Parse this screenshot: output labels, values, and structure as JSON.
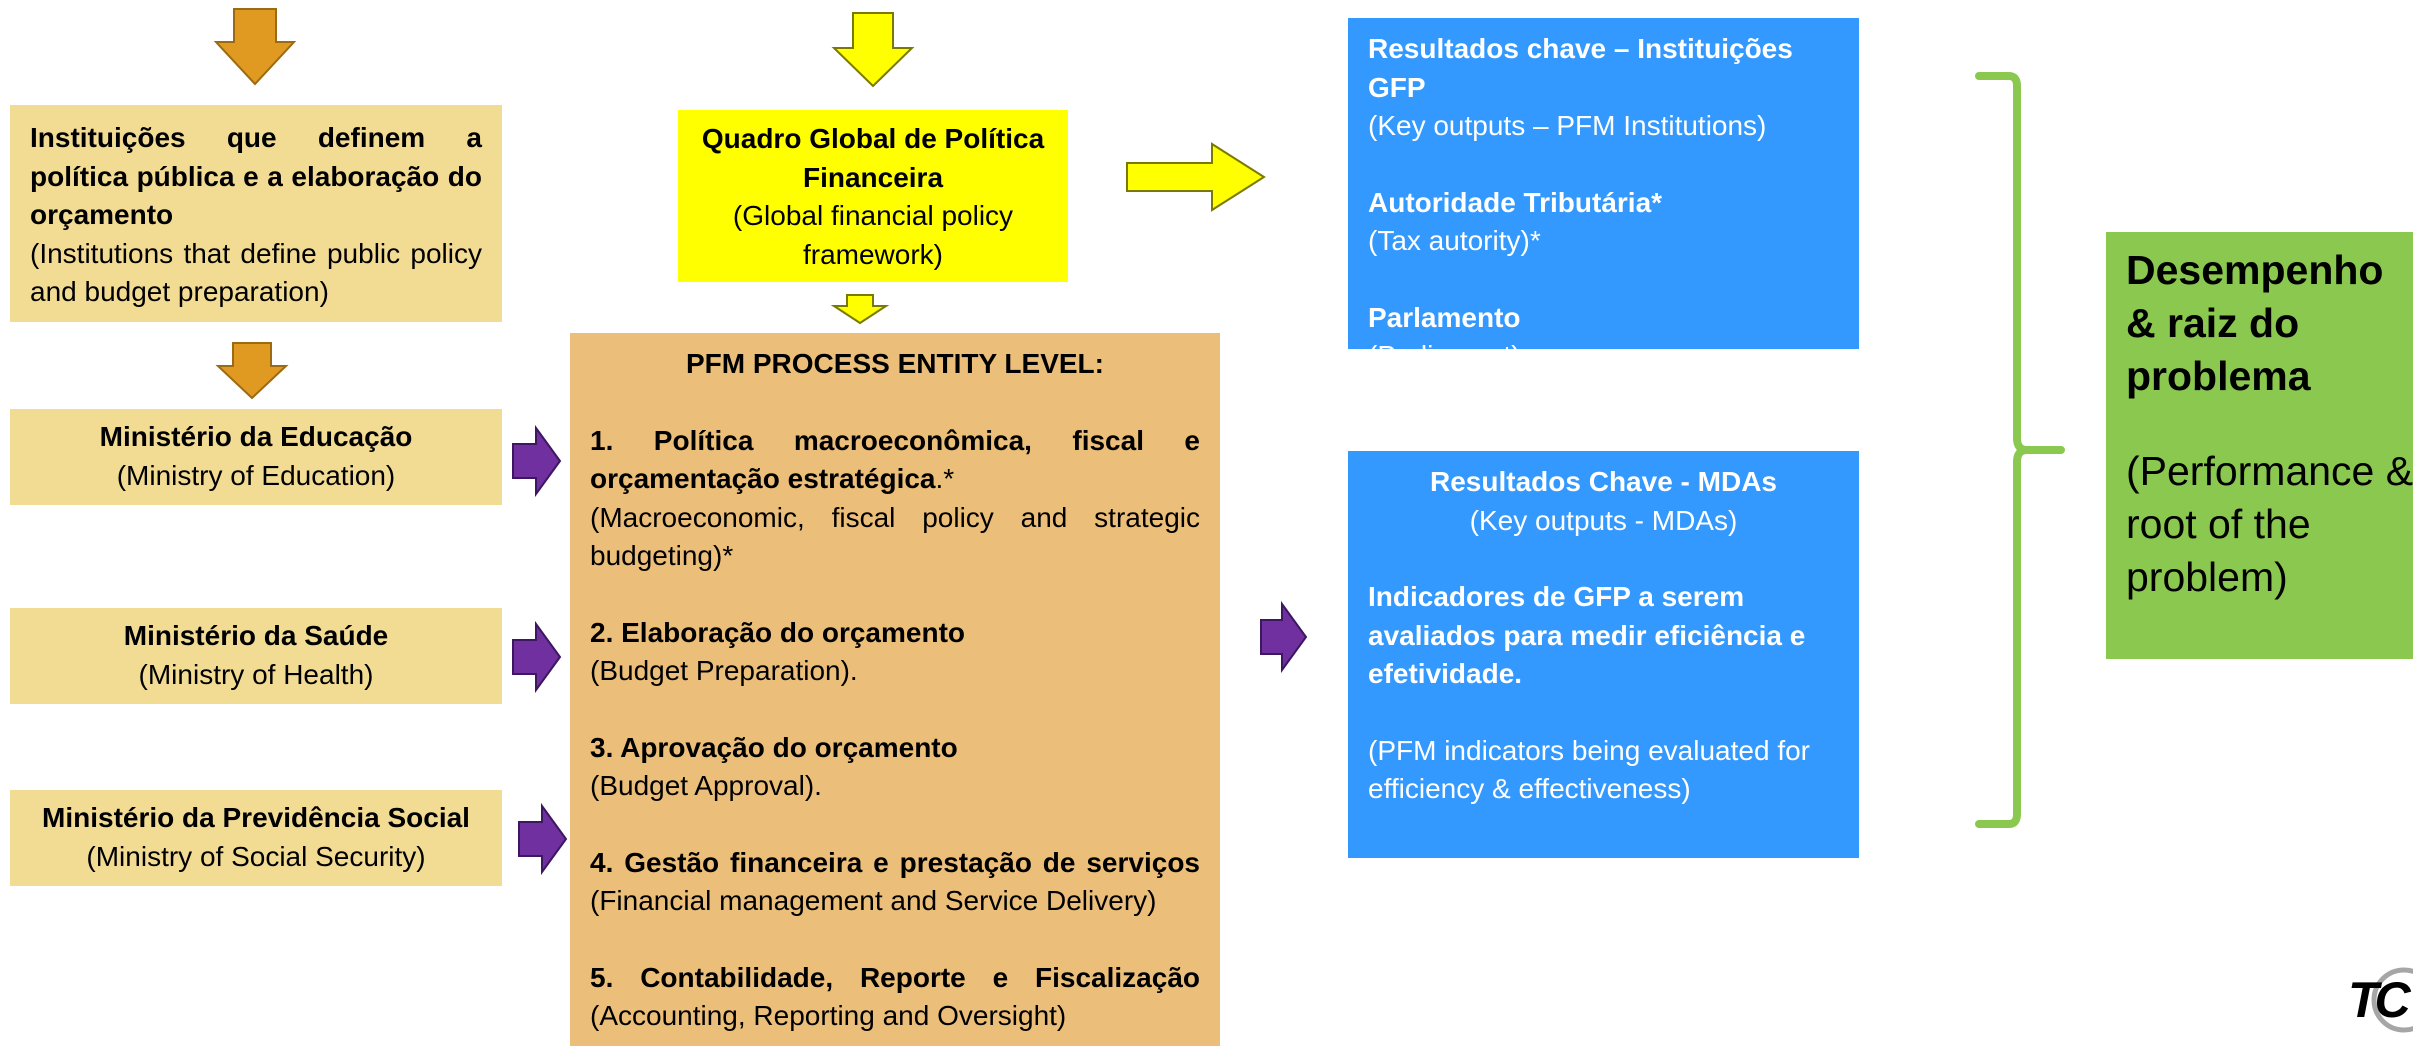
{
  "institutions_box": {
    "title": "Instituições que definem a política pública e a elaboração do orçamento",
    "subtitle": "(Institutions that define public policy and budget preparation)"
  },
  "global_framework_box": {
    "title": "Quadro Global de Política Financeira",
    "subtitle": "(Global financial policy framework)"
  },
  "ministries": [
    {
      "name": "Ministério da Educação",
      "english": "(Ministry of Education)"
    },
    {
      "name": "Ministério da Saúde",
      "english": "(Ministry of Health)"
    },
    {
      "name": "Ministério da Previdência Social",
      "english": "(Ministry of Social Security)"
    }
  ],
  "pfm_process": {
    "heading": "PFM PROCESS ENTITY LEVEL:",
    "items": [
      {
        "title": "1. Política macroeconômica, fiscal e orçamentação estratégica",
        "suffix": ".*",
        "english": "(Macroeconomic, fiscal policy and strategic budgeting)*"
      },
      {
        "title": "2. Elaboração do orçamento",
        "suffix": "",
        "english": "(Budget Preparation)."
      },
      {
        "title": "3. Aprovação do orçamento",
        "suffix": "",
        "english": "(Budget Approval)."
      },
      {
        "title": "4. Gestão financeira e prestação de serviços",
        "suffix": "",
        "english": "(Financial management and Service Delivery)"
      },
      {
        "title": "5. Contabilidade, Reporte e Fiscalização",
        "suffix": "",
        "english": "(Accounting, Reporting and Oversight)"
      }
    ]
  },
  "key_outputs_pfm": {
    "title": "Resultados chave – Instituições GFP",
    "subtitle": "(Key outputs – PFM Institutions)",
    "entries": [
      {
        "name": "Autoridade Tributária*",
        "english": "(Tax autority)*"
      },
      {
        "name": "Parlamento",
        "english": "(Parliament)"
      }
    ]
  },
  "key_outputs_mdas": {
    "title": "Resultados Chave - MDAs",
    "subtitle": "(Key outputs - MDAs)",
    "indicators": "Indicadores de GFP a serem avaliados para medir eficiência e efetividade.",
    "indicators_english": "(PFM indicators being evaluated for efficiency & effectiveness)"
  },
  "performance_box": {
    "title": "Desempenho & raiz do problema",
    "english": "(Performance & root of the problem)"
  },
  "logo": {
    "text": "TC"
  },
  "colors": {
    "tan": "#f2dc94",
    "orange_box": "#ebbe79",
    "yellow": "#ffff00",
    "blue": "#3399ff",
    "green": "#8ac84f",
    "arrow_orange": "#e09a22",
    "arrow_purple": "#7030a0",
    "brace_green": "#8ac84f"
  },
  "icons": [
    "down-arrow",
    "right-arrow",
    "curly-brace"
  ]
}
